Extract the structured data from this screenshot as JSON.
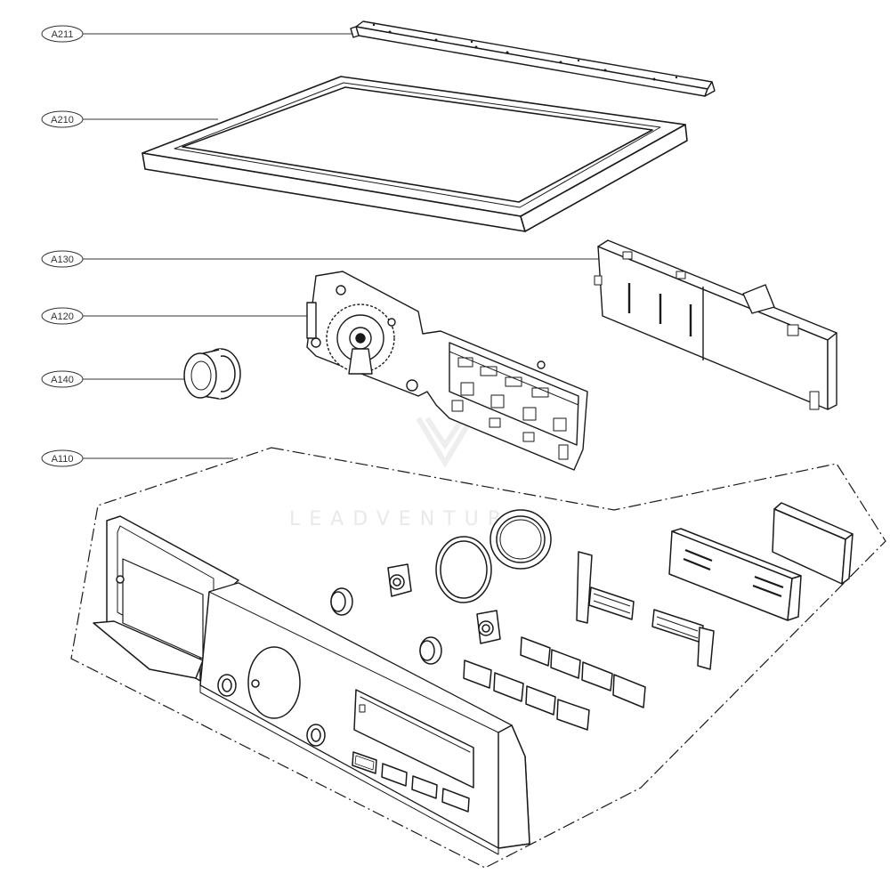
{
  "callouts": {
    "a211": "A211",
    "a210": "A210",
    "a130": "A130",
    "a120": "A120",
    "a140": "A140",
    "a110": "A110"
  },
  "watermark": "LEADVENTURE",
  "colors": {
    "line": "#1a1a1a",
    "leader": "#333333",
    "watermark": "#e9e9e9"
  }
}
